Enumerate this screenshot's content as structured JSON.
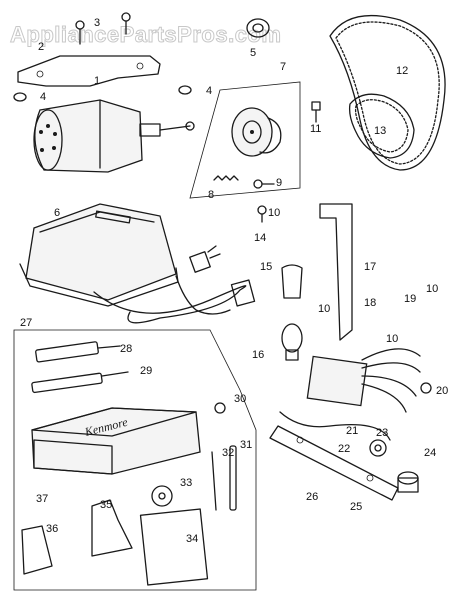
{
  "watermark": "AppliancePartsPros.com",
  "kit_brand": "Kenmore",
  "part_numbers": {
    "p1": "1",
    "p2": "2",
    "p3": "3",
    "p4a": "4",
    "p4b": "4",
    "p5": "5",
    "p6": "6",
    "p7": "7",
    "p8": "8",
    "p9": "9",
    "p10a": "10",
    "p10b": "10",
    "p10c": "10",
    "p10d": "10",
    "p11": "11",
    "p12": "12",
    "p13": "13",
    "p14": "14",
    "p15": "15",
    "p16": "16",
    "p17": "17",
    "p18": "18",
    "p19": "19",
    "p20": "20",
    "p21": "21",
    "p22": "22",
    "p23": "23",
    "p24": "24",
    "p25": "25",
    "p26": "26",
    "p27": "27",
    "p28": "28",
    "p29": "29",
    "p30": "30",
    "p31": "31",
    "p32": "32",
    "p33": "33",
    "p34": "34",
    "p35": "35",
    "p36": "36",
    "p37": "37"
  }
}
